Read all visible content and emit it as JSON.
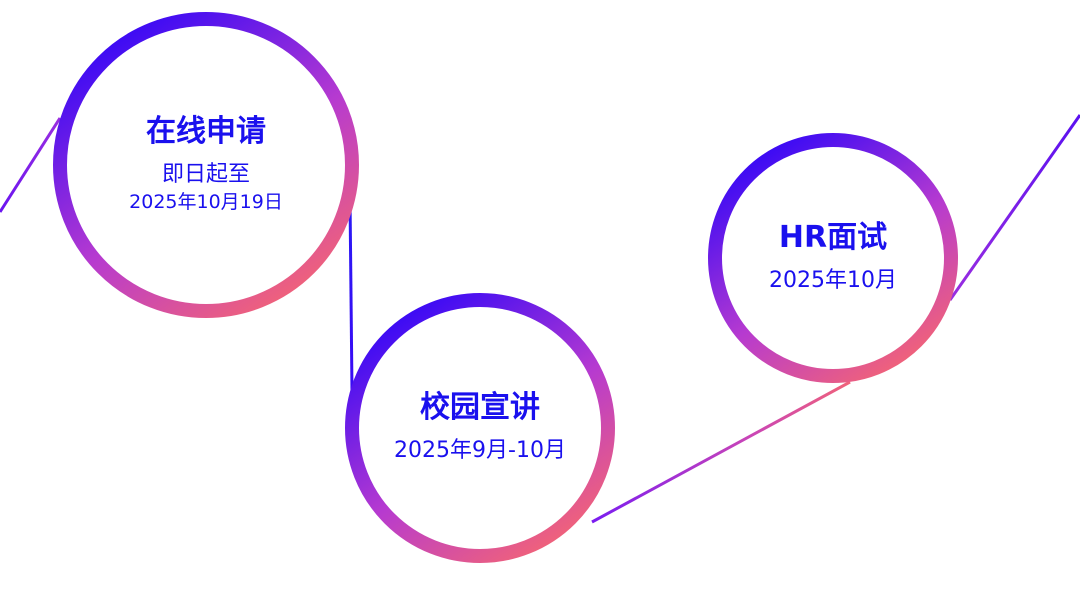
{
  "colors": {
    "gradient_start": "#3a0af5",
    "gradient_mid": "#b63ad0",
    "gradient_end": "#f0627a",
    "text": "#1a10ee"
  },
  "stages": [
    {
      "title": "在线申请",
      "line1": "即日起至",
      "line2": "2025年10月19日"
    },
    {
      "title": "校园宣讲",
      "line1": "2025年9月-10月"
    },
    {
      "title": "HR面试",
      "line1": "2025年10月"
    }
  ]
}
